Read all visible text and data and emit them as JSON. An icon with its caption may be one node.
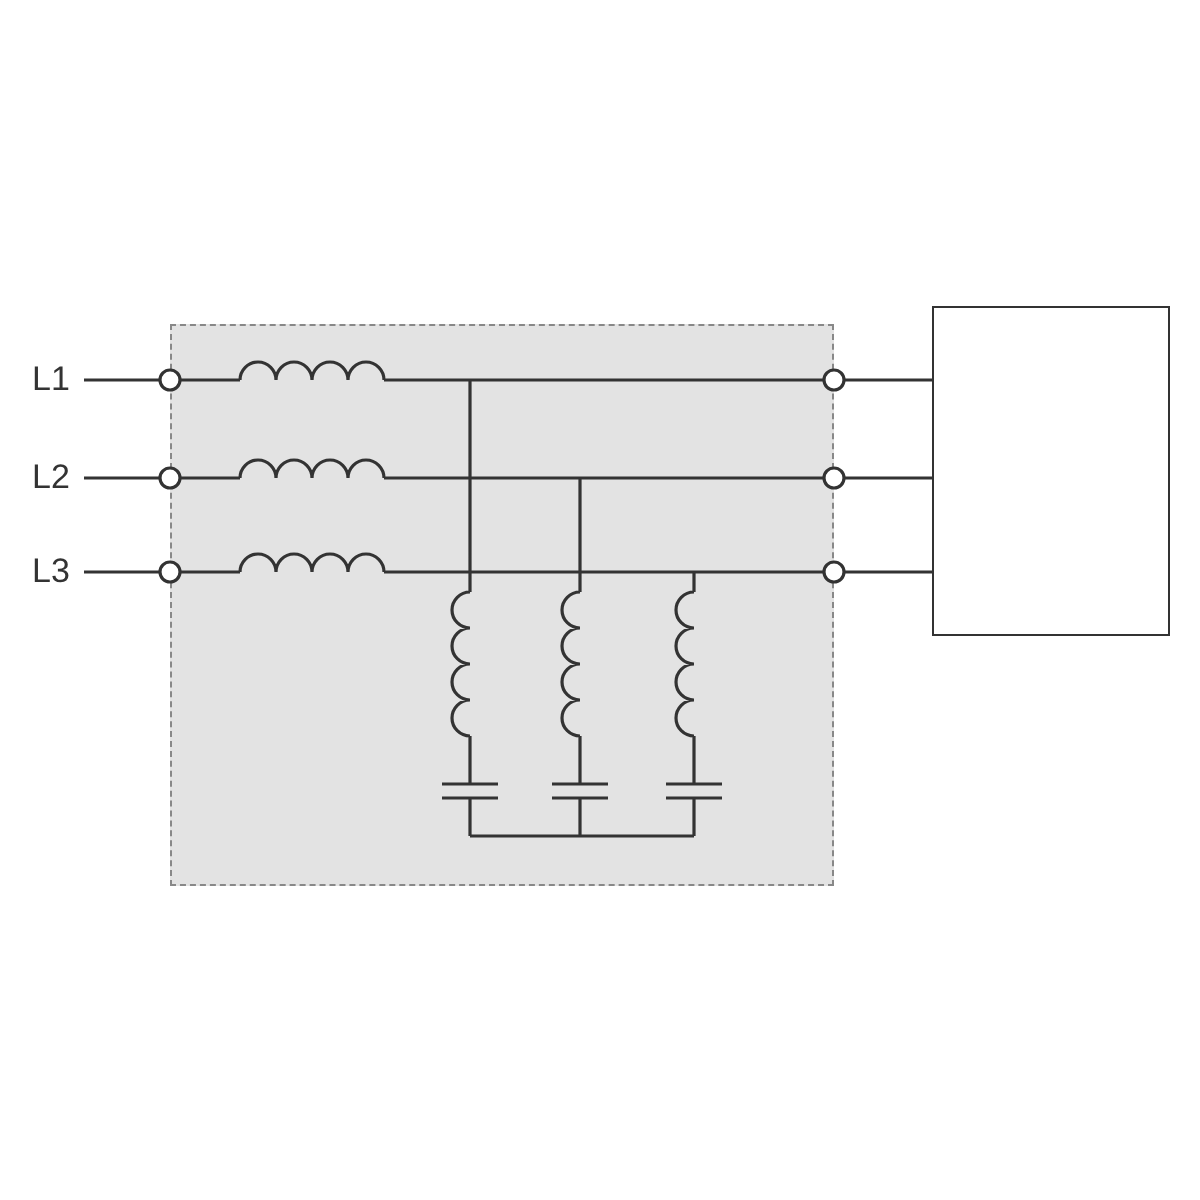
{
  "diagram": {
    "nodes": [
      {
        "text": [
          "L1"
        ]
      },
      {
        "text": [
          "L2"
        ]
      },
      {
        "text": [
          "L3"
        ]
      },
      {
        "text": [],
        "shape": "box"
      },
      {
        "text": [],
        "shape": "box"
      }
    ],
    "edges": [
      {
        "from": 0,
        "to": 3,
        "arrow": "other"
      },
      {
        "from": 1,
        "to": 3,
        "arrow": "other"
      },
      {
        "from": 2,
        "to": 3,
        "arrow": "other"
      },
      {
        "from": 3,
        "to": 4,
        "arrow": "other"
      },
      {
        "from": 3,
        "to": 4,
        "arrow": "other"
      },
      {
        "from": 3,
        "to": 4,
        "arrow": "other"
      }
    ]
  }
}
